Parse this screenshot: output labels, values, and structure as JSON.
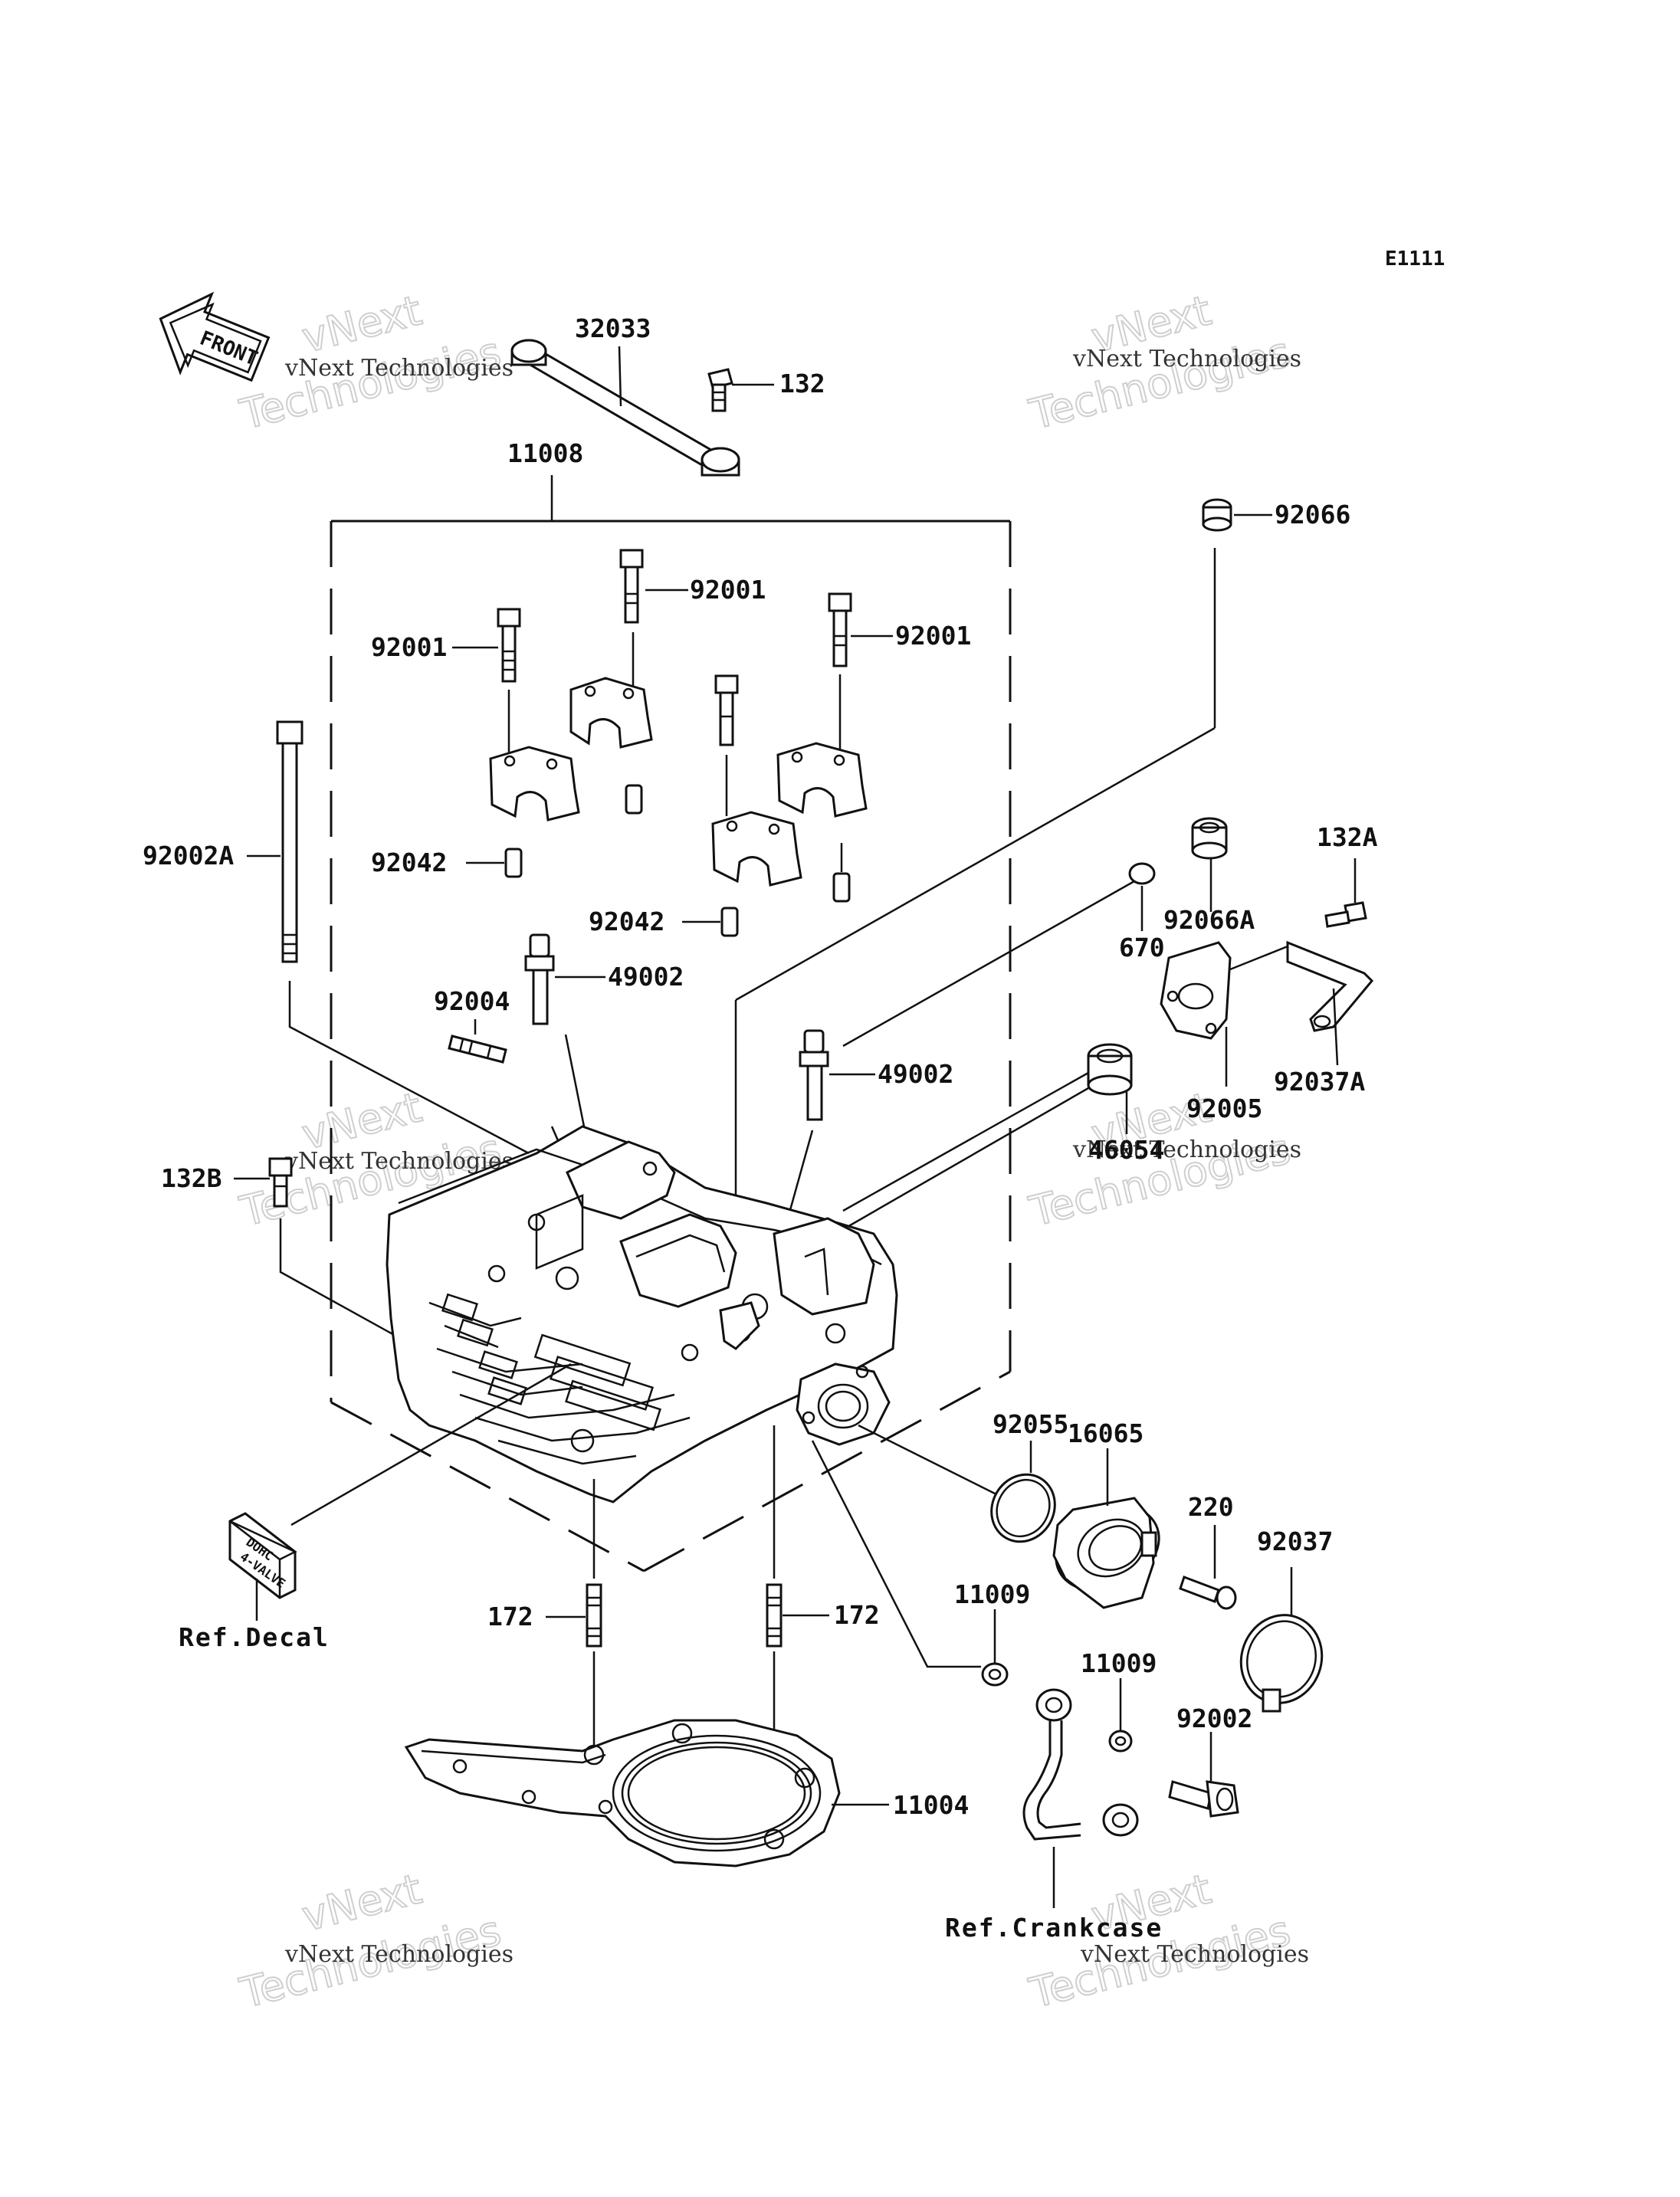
{
  "diagram": {
    "code": "E1111",
    "front_label": "FRONT",
    "parts": {
      "p32033": "32033",
      "p132": "132",
      "p11008": "11008",
      "p92066": "92066",
      "p92001a": "92001",
      "p92001b": "92001",
      "p92001c": "92001",
      "p92002A": "92002A",
      "p92042a": "92042",
      "p92042b": "92042",
      "p132A": "132A",
      "p92066A": "92066A",
      "p670": "670",
      "p49002a": "49002",
      "p49002b": "49002",
      "p92004": "92004",
      "p92037A": "92037A",
      "p92005": "92005",
      "p46054": "46054",
      "p132B": "132B",
      "p92055": "92055",
      "p16065": "16065",
      "p220": "220",
      "p92037": "92037",
      "p11009a": "11009",
      "p11009b": "11009",
      "p172a": "172",
      "p172b": "172",
      "p92002": "92002",
      "p11004": "11004"
    },
    "refs": {
      "decal": "Ref.Decal",
      "crankcase": "Ref.Crankcase"
    },
    "decal_text": {
      "line1": "DOHC",
      "line2": "4-VALVE"
    }
  },
  "watermark": {
    "small": "vNext Technologies",
    "big_line1": "vNext",
    "big_line2": "Technologies"
  }
}
